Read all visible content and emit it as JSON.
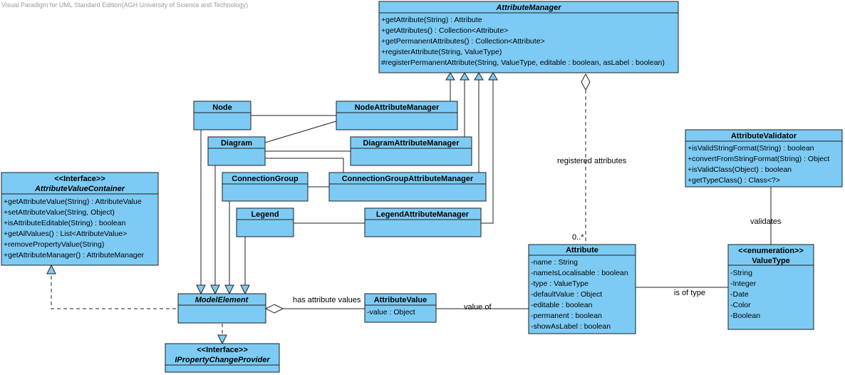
{
  "watermark": "Visual Paradigm for UML Standard Edition(AGH University of Science and Technology)",
  "colors": {
    "class_fill": "#7dcbf4",
    "line": "#1f1f1f",
    "background": "#ffffff"
  },
  "classes": {
    "attribute_manager": {
      "name": "AttributeManager",
      "abstract": true,
      "stereotype": "",
      "members": [
        "+getAttribute(String) : Attribute",
        "+getAttributes() : Collection<Attribute>",
        "+getPermanentAttributes() : Collection<Attribute>",
        "+registerAttribute(String, ValueType)",
        "#registerPermanentAttribute(String, ValueType, editable : boolean, asLabel : boolean)"
      ]
    },
    "node": {
      "name": "Node",
      "abstract": false,
      "stereotype": "",
      "members": []
    },
    "node_attribute_manager": {
      "name": "NodeAttributeManager",
      "abstract": false,
      "stereotype": "",
      "members": []
    },
    "diagram": {
      "name": "Diagram",
      "abstract": false,
      "stereotype": "",
      "members": []
    },
    "diagram_attribute_manager": {
      "name": "DiagramAttributeManager",
      "abstract": false,
      "stereotype": "",
      "members": []
    },
    "connection_group": {
      "name": "ConnectionGroup",
      "abstract": false,
      "stereotype": "",
      "members": []
    },
    "connection_group_attribute_manager": {
      "name": "ConnectionGroupAttributeManager",
      "abstract": false,
      "stereotype": "",
      "members": []
    },
    "legend": {
      "name": "Legend",
      "abstract": false,
      "stereotype": "",
      "members": []
    },
    "legend_attribute_manager": {
      "name": "LegendAttributeManager",
      "abstract": false,
      "stereotype": "",
      "members": []
    },
    "attribute_value_container": {
      "name": "AttributeValueContainer",
      "abstract": true,
      "stereotype": "<<Interface>>",
      "members": [
        "+getAttributeValue(String) : AttributeValue",
        "+setAttributeValue(String, Object)",
        "+isAttributeEditable(String) : boolean",
        "+getAllValues() : List<AttributeValue>",
        "+removePropertyValue(String)",
        "+getAttributeManager() : AttributeManager"
      ]
    },
    "model_element": {
      "name": "ModelElement",
      "abstract": true,
      "stereotype": "",
      "members": []
    },
    "property_change_provider": {
      "name": "IPropertyChangeProvider",
      "abstract": true,
      "stereotype": "<<Interface>>",
      "members": []
    },
    "attribute_value": {
      "name": "AttributeValue",
      "abstract": false,
      "stereotype": "",
      "members": [
        "-value : Object"
      ]
    },
    "attribute": {
      "name": "Attribute",
      "abstract": false,
      "stereotype": "",
      "members": [
        "-name : String",
        "-nameIsLocalisable : boolean",
        "-type : ValueType",
        "-defaultValue : Object",
        "-editable : boolean",
        "-permanent : boolean",
        "-showAsLabel : boolean"
      ]
    },
    "attribute_validator": {
      "name": "AttributeValidator",
      "abstract": false,
      "stereotype": "",
      "members": [
        "+isValidStringFormat(String) : boolean",
        "+convertFromStringFormat(String) : Object",
        "+isValidClass(Object) : boolean",
        "+getTypeClass() : Class<?>"
      ]
    },
    "value_type": {
      "name": "ValueType",
      "abstract": false,
      "stereotype": "<<enumeration>>",
      "members": [
        "-String",
        "-Integer",
        "-Date",
        "-Color",
        "-Boolean"
      ]
    }
  },
  "associations": {
    "registered_attributes": "registered attributes",
    "multiplicity_many": "0..*",
    "has_attribute_values": "has attribute values",
    "value_of": "value of",
    "is_of_type": "is of type",
    "validates": "validates"
  }
}
